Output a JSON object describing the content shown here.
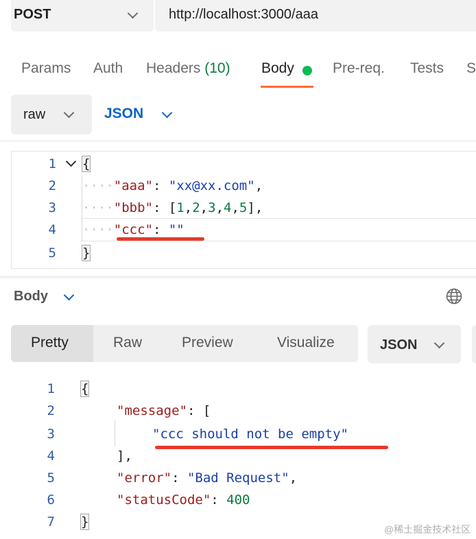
{
  "request": {
    "method": "POST",
    "url": "http://localhost:3000/aaa"
  },
  "tabs": [
    {
      "label": "Params"
    },
    {
      "label": "Auth"
    },
    {
      "label": "Headers",
      "count": "(10)"
    },
    {
      "label": "Body"
    },
    {
      "label": "Pre-req."
    },
    {
      "label": "Tests"
    },
    {
      "label": "S"
    }
  ],
  "body_type": {
    "mode": "raw",
    "format": "JSON"
  },
  "request_body": {
    "line_numbers": [
      "1",
      "2",
      "3",
      "4",
      "5"
    ],
    "open_brace": "{",
    "close_brace": "}",
    "aaa_key": "\"aaa\"",
    "aaa_value": "\"xx@xx.com\"",
    "bbb_key": "\"bbb\"",
    "bbb_values": [
      "1",
      "2",
      "3",
      "4",
      "5"
    ],
    "ccc_key": "\"ccc\"",
    "ccc_value": "\"\""
  },
  "response": {
    "title": "Body",
    "view_tabs": [
      "Pretty",
      "Raw",
      "Preview",
      "Visualize"
    ],
    "format": "JSON",
    "line_numbers": [
      "1",
      "2",
      "3",
      "4",
      "5",
      "6",
      "7"
    ],
    "open_brace": "{",
    "close_brace": "}",
    "message_key": "\"message\"",
    "message_item": "\"ccc should not be empty\"",
    "error_key": "\"error\"",
    "error_value": "\"Bad Request\"",
    "status_key": "\"statusCode\"",
    "status_value": "400"
  },
  "watermark": "@稀土掘金技术社区",
  "colors": {
    "accent_orange": "#ff6c37",
    "active_dot": "#0cbb52",
    "annotation_red": "#e53a2a",
    "link_blue": "#0a62c9"
  }
}
